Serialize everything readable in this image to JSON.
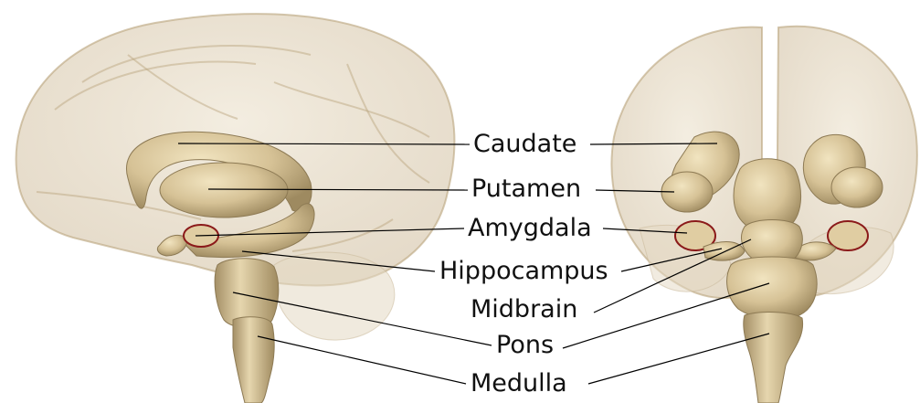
{
  "labels": {
    "caudate": "Caudate",
    "putamen": "Putamen",
    "amygdala": "Amygdala",
    "hippocampus": "Hippocampus",
    "midbrain": "Midbrain",
    "pons": "Pons",
    "medulla": "Medulla"
  },
  "colors": {
    "brain_tissue": "#c9b48e",
    "structure_fill": "#d8c69b",
    "structure_shadow": "#9c8a63",
    "amygdala_outline": "#8b1a1a",
    "leader_line": "#000000"
  }
}
